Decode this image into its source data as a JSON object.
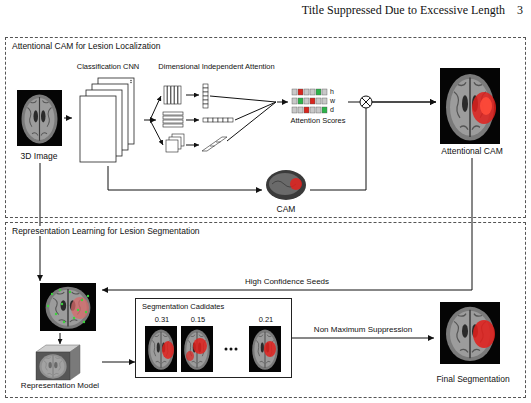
{
  "diagram": {
    "nodes": [
      {
        "text": [
          "Attentional CAM for Lesion Localization"
        ]
      },
      {
        "text": [
          "3D Image"
        ],
        "in": 0
      },
      {
        "text": [
          "Classification CNN"
        ],
        "in": 0
      },
      {
        "text": [
          "Dimensional Independent Attention"
        ],
        "in": 0
      },
      {
        "text": [
          "h",
          "w",
          "d",
          "Attention Scores"
        ],
        "in": 0
      },
      {
        "text": [
          "Attentional CAM"
        ],
        "in": 0
      },
      {
        "text": [
          "CAM"
        ],
        "in": 0
      },
      {
        "text": [
          "Representation Learning for Lesion Segmentation"
        ]
      },
      {
        "text": [
          "Representation Model"
        ],
        "in": 7
      },
      {
        "text": [
          "Segmentation Cadidates",
          "0.31",
          "0.15",
          "0.21"
        ],
        "in": 7
      },
      {
        "text": [
          "Final Segmentation"
        ],
        "in": 7
      }
    ],
    "edges": [
      {
        "from": 1,
        "to": 2,
        "arrow": "to"
      },
      {
        "from": 2,
        "to": 3,
        "arrow": "to"
      },
      {
        "from": 3,
        "to": 4,
        "arrow": "to"
      },
      {
        "from": 4,
        "to": 5,
        "arrow": "to"
      },
      {
        "from": 2,
        "to": 6,
        "arrow": "to"
      },
      {
        "from": 6,
        "to": 5,
        "arrow": "to"
      },
      {
        "from": 5,
        "to": 8,
        "label": "High Confidence Seeds",
        "arrow": "to"
      },
      {
        "from": 1,
        "to": 8,
        "arrow": "to"
      },
      {
        "from": 8,
        "to": 9,
        "arrow": "to"
      },
      {
        "from": 9,
        "to": 10,
        "label": "Non Maximum Suppression",
        "arrow": "to"
      }
    ],
    "labels": [
      "Title Suppressed Due to Excessive Length",
      "3"
    ]
  }
}
